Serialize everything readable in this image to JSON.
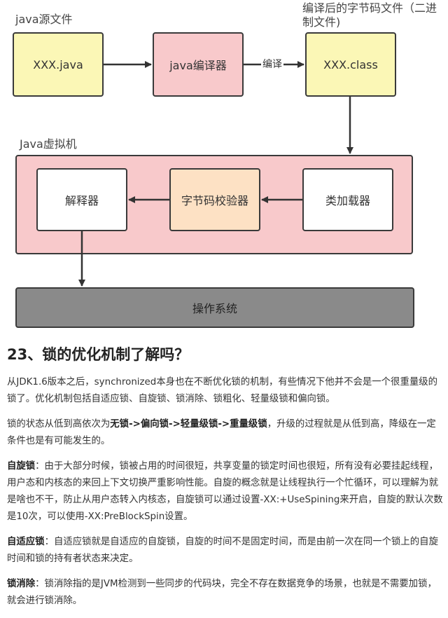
{
  "diagram": {
    "source_label": "java源文件",
    "bytecode_label": "编译后的字节码文件（二进制文件)",
    "jvm_label": "Java虚拟机",
    "source_box": "XXX.java",
    "compiler_box": "java编译器",
    "compile_edge": "编译",
    "class_box": "XXX.class",
    "class_loader": "类加载器",
    "verifier": "字节码校验器",
    "interpreter": "解释器",
    "os": "操作系统"
  },
  "article": {
    "heading": "23、锁的优化机制了解吗？",
    "p1": "从JDK1.6版本之后，synchronized本身也在不断优化锁的机制，有些情况下他并不会是一个很重量级的锁了。优化机制包括自适应锁、自旋锁、锁消除、锁粗化、轻量级锁和偏向锁。",
    "p2_prefix": "锁的状态从低到高依次为",
    "p2_bold": "无锁->偏向锁->轻量级锁->重量级锁",
    "p2_suffix": "，升级的过程就是从低到高，降级在一定条件也是有可能发生的。",
    "p3_term": "自旋锁",
    "p3_text": "：由于大部分时候，锁被占用的时间很短，共享变量的锁定时间也很短，所有没有必要挂起线程，用户态和内核态的来回上下文切换严重影响性能。自旋的概念就是让线程执行一个忙循环，可以理解为就是啥也不干，防止从用户态转入内核态，自旋锁可以通过设置-XX:+UseSpining来开启，自旋的默认次数是10次，可以使用-XX:PreBlockSpin设置。",
    "p4_term": "自适应锁",
    "p4_text": "：自适应锁就是自适应的自旋锁，自旋的时间不是固定时间，而是由前一次在同一个锁上的自旋时间和锁的持有者状态来决定。",
    "p5_term": "锁消除",
    "p5_text": "：锁消除指的是JVM检测到一些同步的代码块，完全不存在数据竞争的场景，也就是不需要加锁，就会进行锁消除。"
  }
}
